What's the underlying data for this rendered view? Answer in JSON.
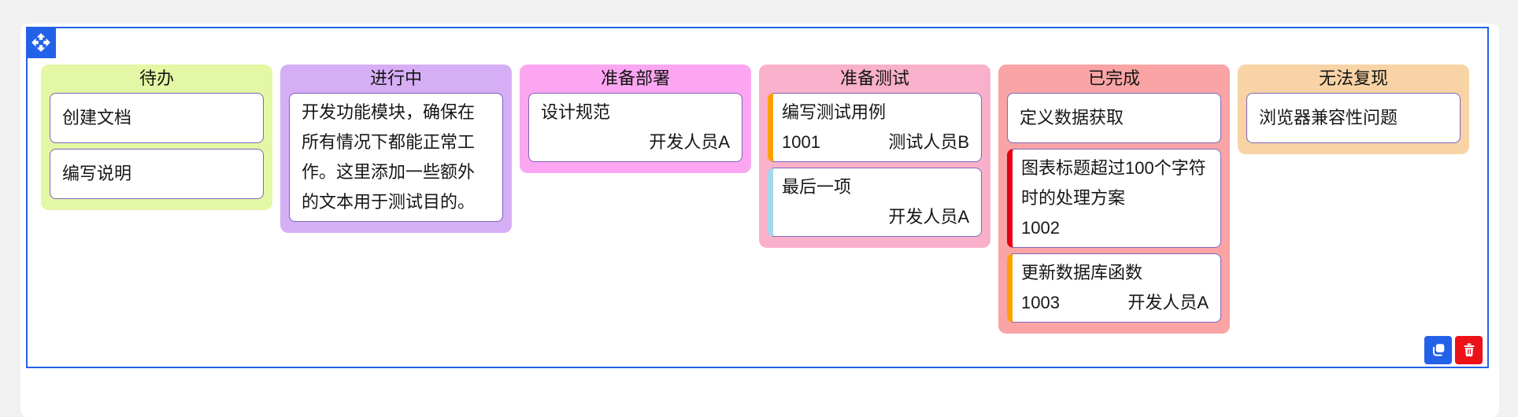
{
  "widget": {
    "accent_blue": "#2361e8",
    "accent_red": "#ed1118",
    "card_border": "#7d66b8",
    "icons": {
      "handle": "move-icon",
      "duplicate": "copy-icon",
      "delete": "trash-icon"
    }
  },
  "board": {
    "columns": [
      {
        "title": "待办",
        "bg": "#e4f7a5",
        "cards": [
          {
            "title": "创建文档"
          },
          {
            "title": "编写说明"
          }
        ]
      },
      {
        "title": "进行中",
        "bg": "#d6aef5",
        "cards": [
          {
            "title": "开发功能模块，确保在所有情况下都能正常工作。这里添加一些额外的文本用于测试目的。"
          }
        ]
      },
      {
        "title": "准备部署",
        "bg": "#fca6f2",
        "cards": [
          {
            "title": "设计规范",
            "assignee": "开发人员A"
          }
        ]
      },
      {
        "title": "准备测试",
        "bg": "#f9b0ca",
        "cards": [
          {
            "title": "编写测试用例",
            "id": "1001",
            "assignee": "测试人员B",
            "stripe": "#ffa000"
          },
          {
            "title": "最后一项",
            "assignee": "开发人员A",
            "stripe": "#a3d5ee"
          }
        ]
      },
      {
        "title": "已完成",
        "bg": "#faa4a6",
        "cards": [
          {
            "title": "定义数据获取"
          },
          {
            "title": "图表标题超过100个字符时的处理方案",
            "id": "1002",
            "stripe": "#e90014"
          },
          {
            "title": "更新数据库函数",
            "id": "1003",
            "assignee": "开发人员A",
            "stripe": "#ffa000"
          }
        ]
      },
      {
        "title": "无法复现",
        "bg": "#f8d3a6",
        "cards": [
          {
            "title": "浏览器兼容性问题"
          }
        ]
      }
    ]
  }
}
